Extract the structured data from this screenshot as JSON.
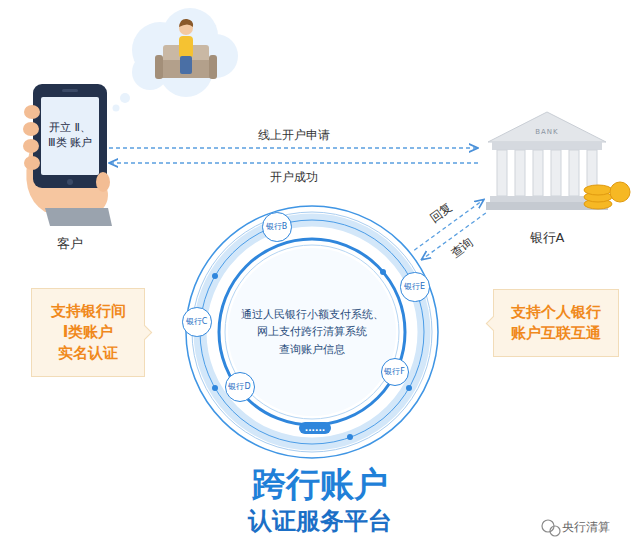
{
  "diagram": {
    "nodes": [
      {
        "text": [
          "开立 Ⅱ、Ⅲ类 账户",
          "客户"
        ]
      },
      {
        "text": [
          "BANK",
          "银行A"
        ]
      },
      {
        "text": [
          "支持银行间 Ⅰ类账户 实名认证"
        ]
      },
      {
        "text": [
          "通过人民银行小额支付系统、 网上支付跨行清算系统 查询账户信息"
        ]
      },
      {
        "text": [
          "银行B"
        ],
        "in": 3
      },
      {
        "text": [
          "银行E"
        ],
        "in": 3
      },
      {
        "text": [
          "银行C"
        ],
        "in": 3
      },
      {
        "text": [
          "银行F"
        ],
        "in": 3
      },
      {
        "text": [
          "银行D"
        ],
        "in": 3
      },
      {
        "text": [
          "......"
        ],
        "in": 3
      },
      {
        "text": [
          "支持个人银行 账户互联互通"
        ]
      }
    ],
    "edges": [
      {
        "from": 0,
        "to": 1,
        "label": "线上开户申请",
        "arrow": "to"
      },
      {
        "from": 1,
        "to": 0,
        "label": "开户成功",
        "arrow": "to"
      },
      {
        "from": 3,
        "to": 1,
        "label": "回复",
        "arrow": "to"
      },
      {
        "from": 1,
        "to": 3,
        "label": "查询",
        "arrow": "to"
      }
    ],
    "labels": [
      "跨行账户",
      "认证服务平台",
      "央行清算"
    ]
  }
}
